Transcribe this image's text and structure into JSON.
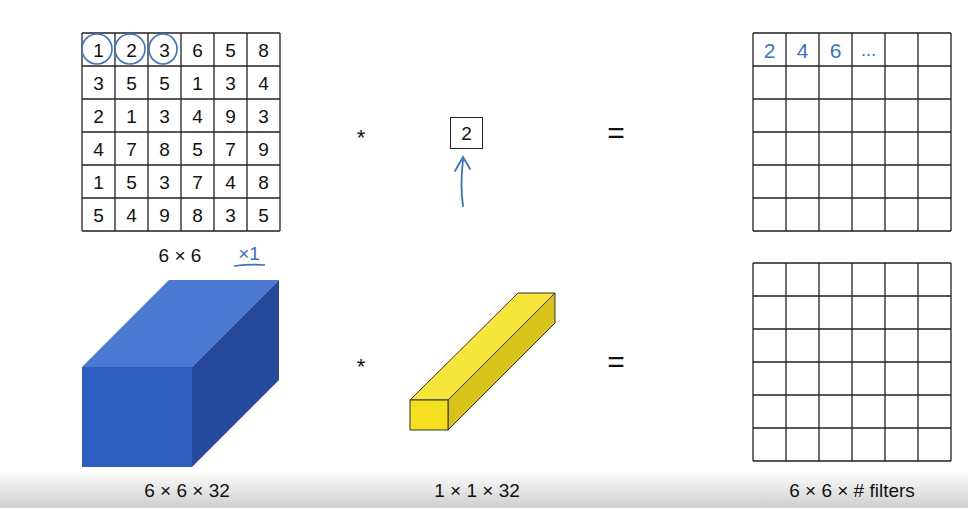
{
  "diagram": {
    "nodes": [
      {
        "text": [
          "2"
        ]
      }
    ],
    "labels": [
      "1",
      "2",
      "3",
      "6",
      "5",
      "8",
      "3",
      "5",
      "5",
      "1",
      "3",
      "4",
      "2",
      "1",
      "3",
      "4",
      "9",
      "3",
      "4",
      "7",
      "8",
      "5",
      "7",
      "9",
      "1",
      "5",
      "3",
      "7",
      "4",
      "8",
      "5",
      "4",
      "9",
      "8",
      "3",
      "5",
      "6 × 6",
      "×1",
      "*",
      "=",
      "2",
      "4",
      "6",
      "...",
      "*",
      "=",
      "6 × 6 × 32",
      "1 × 1 × 32",
      "6 × 6 × # filters"
    ]
  }
}
